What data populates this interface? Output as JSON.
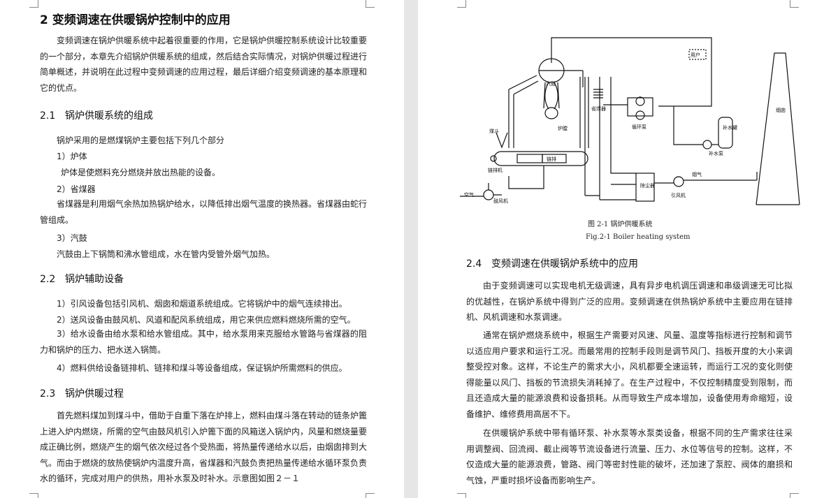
{
  "left": {
    "chapter_title": "2  变频调速在供暖锅炉控制中的应用",
    "intro": "变频调速在锅炉供暖系统中起着很重要的作用，它是锅炉供暖控制系统设计比较重要的一个部分，本章先介绍锅炉供暖系统的组成，然后结合实际情况，对锅炉供暖过程进行简单概述，并说明在此过程中变频调速的应用过程，最后详细介绍变频调速的基本原理和它的优点。",
    "s21": {
      "num": "2.1",
      "title": "锅炉供暖系统的组成",
      "lead": "锅炉采用的是燃煤锅炉主要包括下列几个部分",
      "item1_label": "1）炉体",
      "item1_text": "炉体是使燃料充分燃烧并放出热能的设备。",
      "item2_label": "2）省煤器",
      "item2_text": "省煤器是利用烟气余热加热锅炉给水，以降低排出烟气温度的换热器。省煤器由蛇行管组成。",
      "item3_label": "3）汽鼓",
      "item3_text": "汽鼓由上下锅筒和沸水管组成，水在管内受管外烟气加热。"
    },
    "s22": {
      "num": "2.2",
      "title": "锅炉辅助设备",
      "item1": "1）引风设备包括引风机、烟囱和烟道系统组成。它将锅炉中的烟气连续排出。",
      "item2": "2）送风设备由鼓风机、风道和配风系统组成，用它来供应燃料燃烧所需的空气。",
      "item3": "3）给水设备由给水泵和给水管组成。其中，给水泵用来克服给水管路与省煤器的阻力和锅炉的压力、把水送入锅筒。",
      "item4": "4）燃料供给设备链排机、链排和煤斗等设备组成，保证锅炉所需燃料的供应。"
    },
    "s23": {
      "num": "2.3",
      "title": "锅炉供暖过程",
      "para": "首先燃料煤加到煤斗中，借助于自重下落在炉排上，燃料由煤斗落在转动的链条炉篦上进入炉内燃烧，所需的空气由鼓风机引入炉篦下面的风箱送入锅炉内，风量和燃烧量要成正确比例，燃烧产生的烟气依次经过各个受热面，将热量传递给水以后，由烟囱排到大气。而由于燃烧的放热使锅炉内温度升高，省煤器和汽鼓负责把热量传递给水循环泵负责水的循环，完成对用户的供热，用补水泵及时补水。示意图如图２－１"
    }
  },
  "right": {
    "diagram_labels": {
      "drum": "汽鼓",
      "user": "用户",
      "economizer": "省煤器",
      "furnace": "炉膛",
      "circ_pump": "循环泵",
      "makeup_tank": "补水罐",
      "makeup_pump": "补水泵",
      "chimney": "烟囱",
      "hopper": "煤斗",
      "chain_machine": "链排机",
      "chain": "链排",
      "deduster": "除尘器",
      "flue_gas": "烟气",
      "id_fan": "引风机",
      "air": "空气",
      "fd_fan": "鼓风机"
    },
    "fig_caption_cn": "图 2-1 锅炉供暖系统",
    "fig_caption_en": "Fig.2-1 Boiler heating system",
    "s24": {
      "num": "2.4",
      "title": "变频调速在供暖锅炉系统中的应用",
      "p1": "由于变频调速可以实现电机无级调速，具有异步电机调压调速和串级调速无可比拟的优越性，在锅炉系统中得到广泛的应用。变频调速在供热锅炉系统中主要应用在链排机、风机调速和水泵调速。",
      "p2": "通常在锅炉燃烧系统中，根据生产需要对风速、风量、温度等指标进行控制和调节以适应用户要求和运行工况。而最常用的控制手段则是调节风门、挡板开度的大小来调整受控对象。这样，不论生产的需求大小，风机都要全速运转，而运行工况的变化则使得能量以风门、挡板的节流损失消耗掉了。在生产过程中，不仅控制精度受到限制，而且还造成大量的能源浪费和设备损耗。从而导致生产成本增加，设备使用寿命缩短，设备维护、维修费用高居不下。",
      "p3": "在供暖锅炉系统中带有循环泵、补水泵等水泵类设备，根据不同的生产需求往往采用调整阀、回流阀、截止阀等节流设备进行流量、压力、水位等信号的控制。这样，不仅造成大量的能源浪费，管路、阀门等密封性能的破坏，还加速了泵腔、阀体的磨损和气蚀，严重时损坏设备而影响生产。"
    }
  }
}
